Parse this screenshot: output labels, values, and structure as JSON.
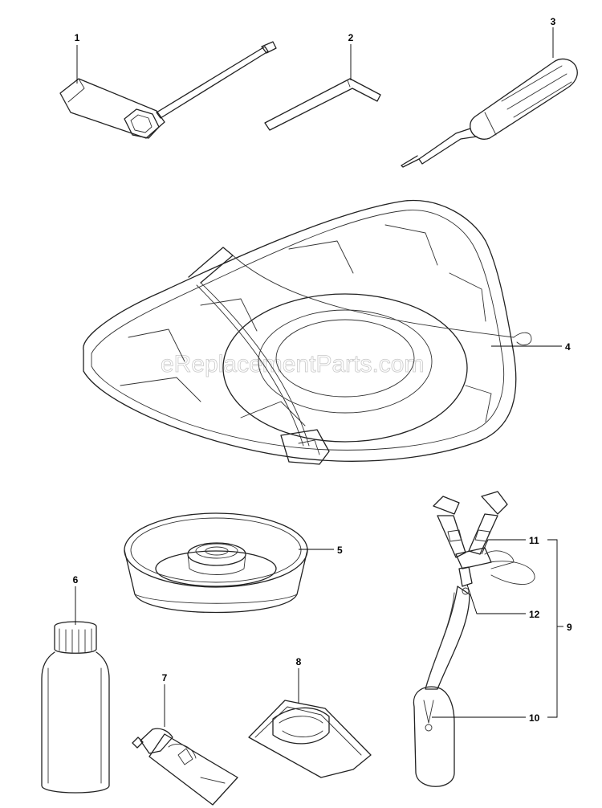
{
  "watermark": "eReplacementParts.com",
  "callouts": [
    {
      "id": "1",
      "label": "1"
    },
    {
      "id": "2",
      "label": "2"
    },
    {
      "id": "3",
      "label": "3"
    },
    {
      "id": "4",
      "label": "4"
    },
    {
      "id": "5",
      "label": "5"
    },
    {
      "id": "6",
      "label": "6"
    },
    {
      "id": "7",
      "label": "7"
    },
    {
      "id": "8",
      "label": "8"
    },
    {
      "id": "9",
      "label": "9"
    },
    {
      "id": "10",
      "label": "10"
    },
    {
      "id": "11",
      "label": "11"
    },
    {
      "id": "12",
      "label": "12"
    }
  ],
  "parts": [
    {
      "callout": "1",
      "icon": "spark-plug-wrench-icon"
    },
    {
      "callout": "2",
      "icon": "hex-key-icon"
    },
    {
      "callout": "3",
      "icon": "screwdriver-icon"
    },
    {
      "callout": "4",
      "icon": "blade-guard-icon"
    },
    {
      "callout": "5",
      "icon": "support-cup-icon"
    },
    {
      "callout": "6",
      "icon": "oil-bottle-icon"
    },
    {
      "callout": "7",
      "icon": "grease-tube-icon"
    },
    {
      "callout": "8",
      "icon": "blade-cover-icon"
    },
    {
      "callout": "9",
      "icon": "harness-icon"
    },
    {
      "callout": "10",
      "icon": "hip-pad-icon"
    },
    {
      "callout": "11",
      "icon": "harness-buckle-icon"
    },
    {
      "callout": "12",
      "icon": "harness-hook-icon"
    }
  ]
}
